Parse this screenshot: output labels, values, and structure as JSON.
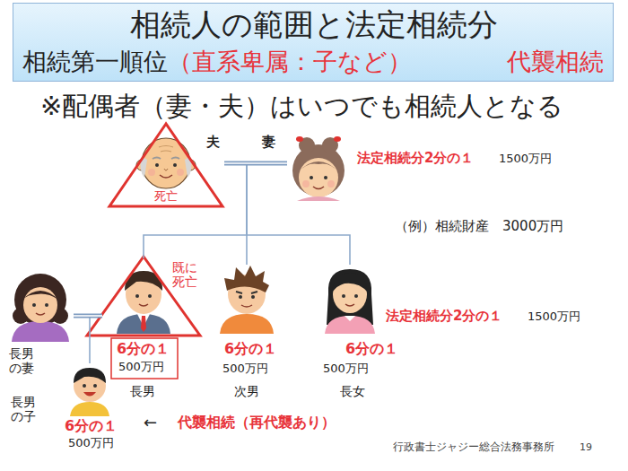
{
  "diagram": {
    "title": "相続人の範囲と法定相続分",
    "nodes": [
      {
        "text": [
          "夫",
          "死亡"
        ]
      },
      {
        "text": [
          "妻"
        ]
      },
      {
        "text": [
          "長男 の妻"
        ]
      },
      {
        "text": [
          "既に 死亡",
          "6分の１",
          "500万円",
          "長男"
        ]
      },
      {
        "text": [
          "6分の１",
          "500万円",
          "次男"
        ]
      },
      {
        "text": [
          "6分の１",
          "500万円",
          "長女"
        ]
      },
      {
        "text": [
          "長男 の子",
          "6分の１",
          "500万円"
        ]
      }
    ],
    "edges": [
      {
        "from": 0,
        "to": 1,
        "arrow": "none"
      },
      {
        "from": 0,
        "to": 3,
        "arrow": "none"
      },
      {
        "from": 0,
        "to": 4,
        "arrow": "none"
      },
      {
        "from": 0,
        "to": 5,
        "arrow": "none"
      },
      {
        "from": 2,
        "to": 3,
        "arrow": "none"
      },
      {
        "from": 3,
        "to": 6,
        "arrow": "none"
      }
    ],
    "labels": [
      "相続第一順位",
      "（直系卑属：子など）",
      "代襲相続",
      "※配偶者（妻・夫）はいつでも相続人となる",
      "法定相続分2分の１",
      "1500万円",
      "（例）相続財産　3000万円",
      "法定相続分2分の１",
      "1500万円",
      "←",
      "代襲相続（再代襲あり）",
      "行政書士ジャジー総合法務事務所",
      "19"
    ]
  }
}
